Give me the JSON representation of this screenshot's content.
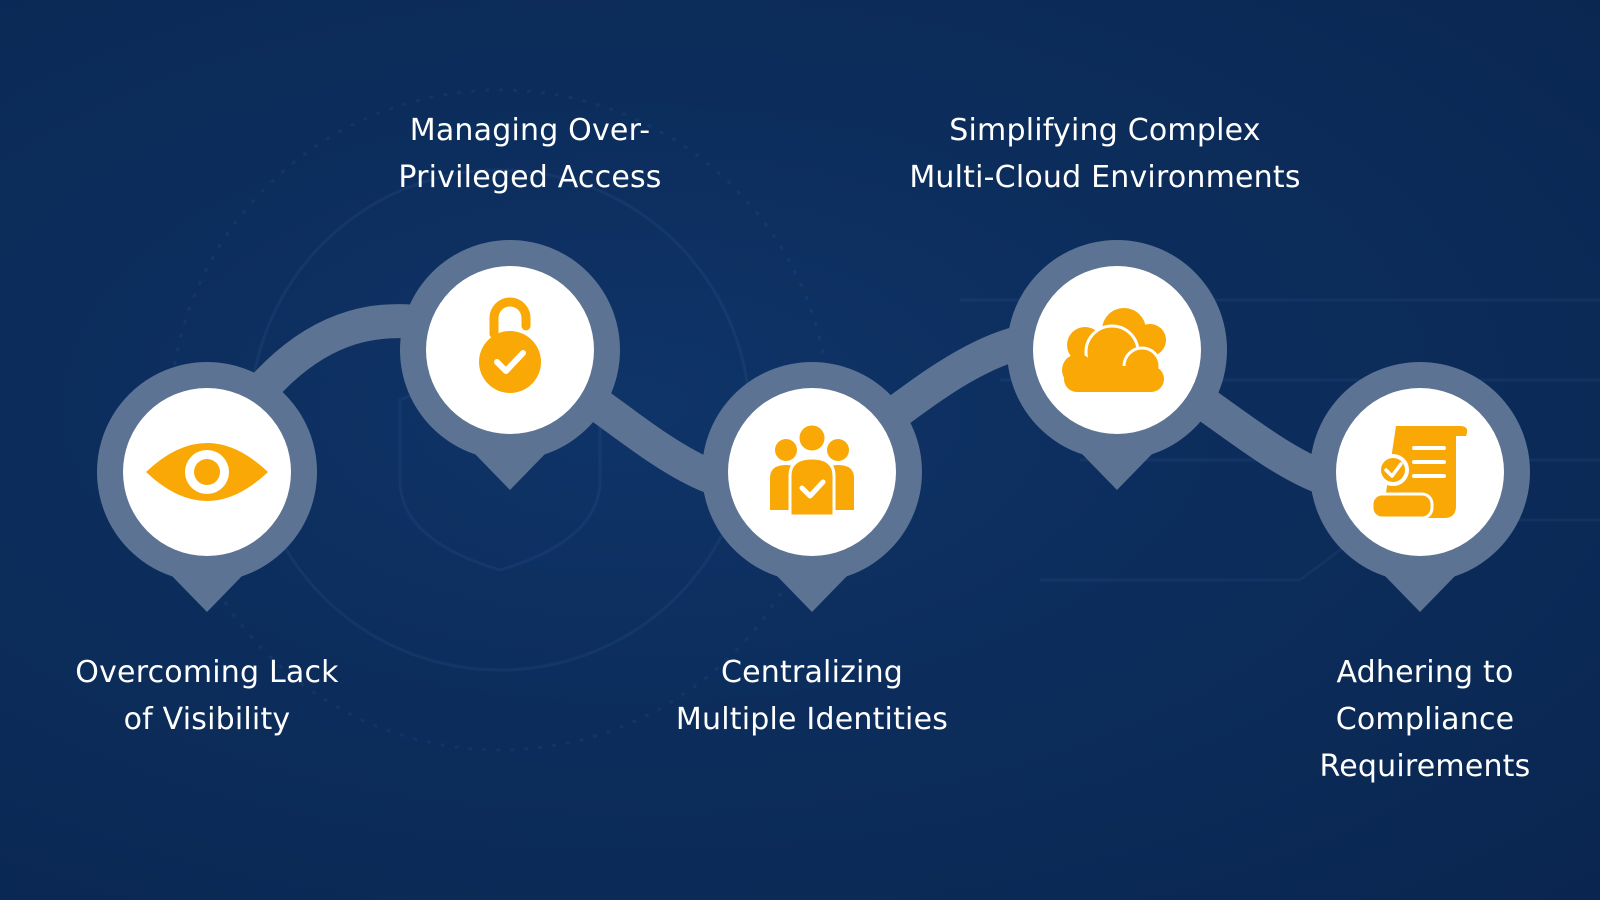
{
  "colors": {
    "background": "#0c2d5c",
    "track": "#5c7393",
    "circle": "#ffffff",
    "icon": "#f9a806",
    "text": "#ffffff"
  },
  "steps": [
    {
      "icon": "eye-icon",
      "lines": [
        "Overcoming Lack",
        "of Visibility"
      ]
    },
    {
      "icon": "unlocked-padlock-check-icon",
      "lines": [
        "Managing Over-",
        "Privileged Access"
      ]
    },
    {
      "icon": "user-group-check-icon",
      "lines": [
        "Centralizing",
        "Multiple Identities"
      ]
    },
    {
      "icon": "cloud-icon",
      "lines": [
        "Simplifying Complex",
        "Multi-Cloud Environments"
      ]
    },
    {
      "icon": "compliance-document-check-icon",
      "lines": [
        "Adhering to",
        "Compliance",
        "Requirements"
      ]
    }
  ]
}
